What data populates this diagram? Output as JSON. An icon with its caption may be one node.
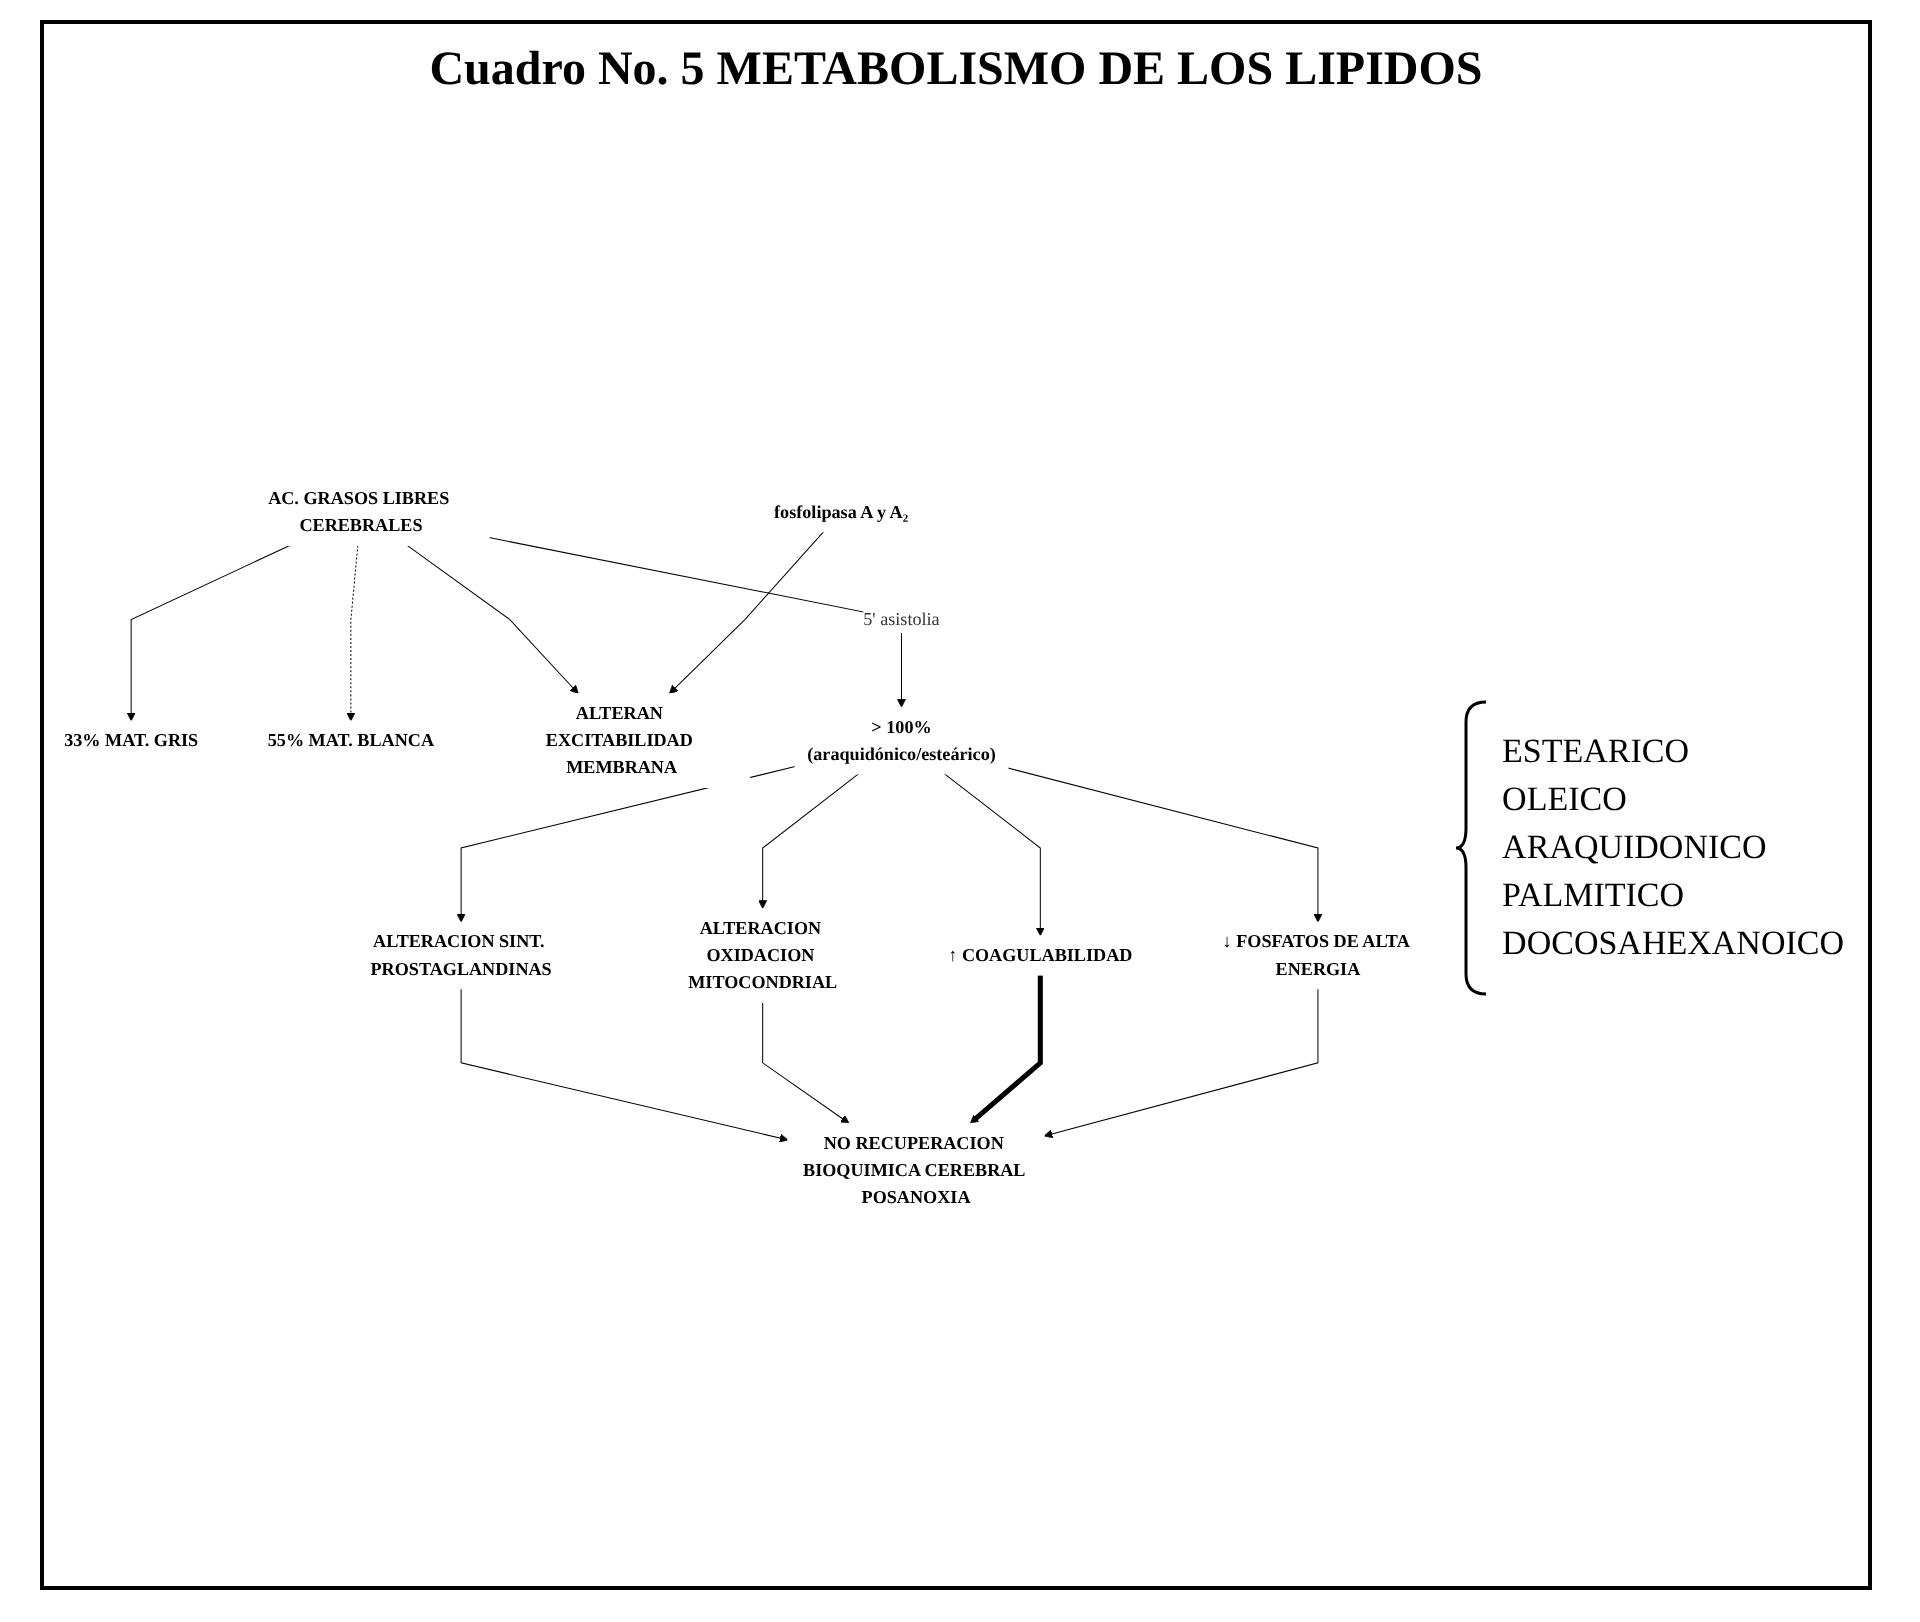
{
  "diagram": {
    "title": "Cuadro No. 5 METABOLISMO DE LOS LIPIDOS",
    "nodes": [
      {
        "text": [
          "33% MAT. GRIS"
        ]
      },
      {
        "text": [
          "55% MAT. BLANCA"
        ]
      },
      {
        "text": [
          "ALTERAN EXCITABILIDAD MEMBRANA"
        ]
      },
      {
        "text": [
          "AC. GRASOS LIBRES CEREBRALES"
        ]
      },
      {
        "text": [
          "fosfolipasa A y A₂"
        ]
      },
      {
        "text": [
          "> 100%",
          "(araquidónico/esteárico)"
        ]
      },
      {
        "text": [
          "ALTERACION SINT. PROSTAGLANDINAS"
        ]
      },
      {
        "text": [
          "↓ FOSFATOS DE ALTA ENERGIA"
        ]
      },
      {
        "text": [
          "ALTERACION OXIDACION MITOCONDRIAL"
        ]
      },
      {
        "text": [
          "↑ COAGULABILIDAD"
        ]
      },
      {
        "text": [
          "NO RECUPERACION BIOQUIMICA CEREBRAL POSANOXIA"
        ]
      }
    ],
    "edges": [
      {
        "from": 3,
        "to": 0,
        "arrow": "to"
      },
      {
        "from": 3,
        "to": 1,
        "arrow": "to",
        "style": "dashed"
      },
      {
        "from": 3,
        "to": 2,
        "arrow": "to"
      },
      {
        "from": 4,
        "to": 2,
        "arrow": "to"
      },
      {
        "from": 3,
        "to": 5,
        "arrow": "to",
        "label": "5' asistolia"
      },
      {
        "from": 5,
        "to": 6,
        "arrow": "to"
      },
      {
        "from": 5,
        "to": 7,
        "arrow": "to"
      },
      {
        "from": 5,
        "to": 8,
        "arrow": "to"
      },
      {
        "from": 5,
        "to": 9,
        "arrow": "to"
      },
      {
        "from": 6,
        "to": 10,
        "arrow": "to"
      },
      {
        "from": 8,
        "to": 10,
        "arrow": "to"
      },
      {
        "from": 9,
        "to": 10,
        "arrow": "to",
        "style": "thick"
      },
      {
        "from": 7,
        "to": 10,
        "arrow": "to"
      }
    ],
    "labels": [
      "ESTEARICO",
      "OLEICO",
      "ARAQUIDONICO",
      "PALMITICO",
      "DOCOSAHEXANOICO"
    ]
  }
}
